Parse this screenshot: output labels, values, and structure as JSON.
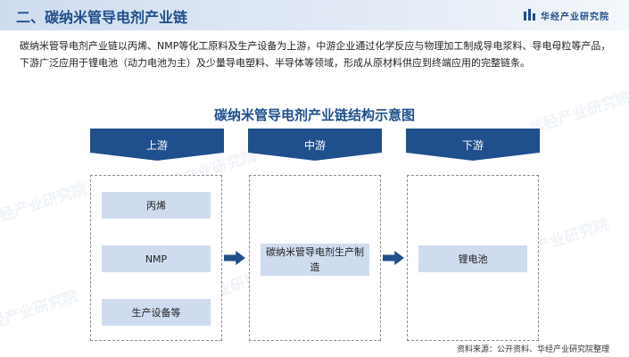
{
  "header": {
    "title": "二、碳纳米管导电剂产业链",
    "brand_name": "华经产业研究院",
    "brand_icon": "bar-logo-icon"
  },
  "intro_text": "碳纳米管导电剂产业链以丙烯、NMP等化工原料及生产设备为上游，中游企业通过化学反应与物理加工制成导电浆料、导电母粒等产品，下游广泛应用于锂电池（动力电池为主）及少量导电塑料、半导体等领域，形成从原材料供应到终端应用的完整链条。",
  "diagram": {
    "title": "碳纳米管导电剂产业链结构示意图",
    "upstream": {
      "label": "上游",
      "items": [
        "丙烯",
        "NMP",
        "生产设备等"
      ]
    },
    "midstream": {
      "label": "中游",
      "item": "碳纳米管导电剂生产制造"
    },
    "downstream": {
      "label": "下游",
      "item": "锂电池"
    }
  },
  "watermark_text": "华经产业研究院",
  "source": "资料来源：公开资料、华经产业研究院整理",
  "colors": {
    "primary": "#1f4f8c",
    "item_fill": "#cfdcf0"
  }
}
